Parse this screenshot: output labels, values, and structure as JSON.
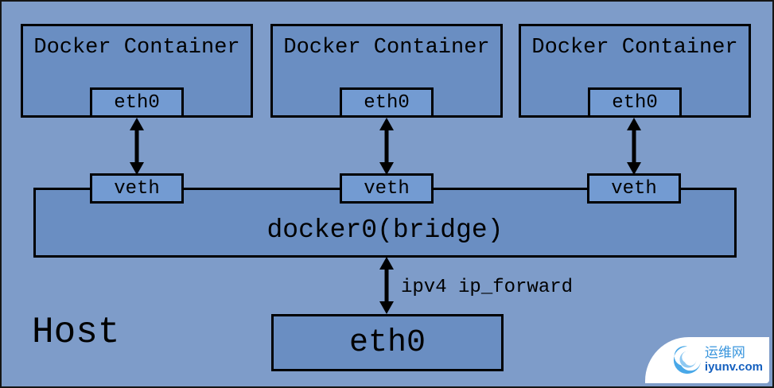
{
  "colors": {
    "bg": "#7e9cc9",
    "box": "#6a8ec2",
    "box2": "#739bd2",
    "border": "#000000",
    "wmblue": "#3a96dd",
    "wmdark": "#1560bf"
  },
  "diagram": {
    "host_label": "Host",
    "containers": [
      {
        "title": "Docker Container",
        "eth": "eth0",
        "veth": "veth"
      },
      {
        "title": "Docker Container",
        "eth": "eth0",
        "veth": "veth"
      },
      {
        "title": "Docker Container",
        "eth": "eth0",
        "veth": "veth"
      }
    ],
    "bridge_label": "docker0(bridge)",
    "forward_label": "ipv4 ip_forward",
    "host_eth_label": "eth0",
    "watermark": {
      "site_name": "运维网",
      "site_url": "iyunv.com"
    }
  }
}
